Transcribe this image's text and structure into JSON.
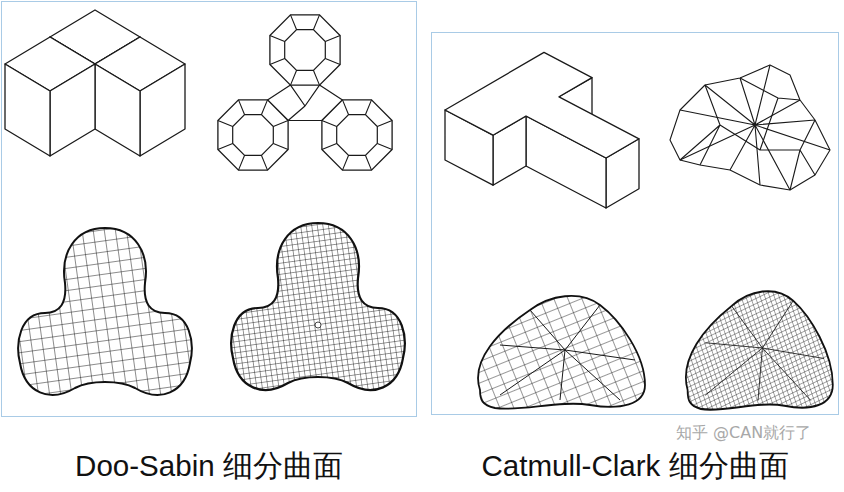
{
  "diagram": {
    "nodes": [
      {
        "text": [
          "Doo-Sabin 细分曲面"
        ]
      },
      {
        "text": [
          "Catmull-Clark 细分曲面"
        ]
      }
    ],
    "labels": [
      "知乎 @CAN就行了"
    ]
  }
}
